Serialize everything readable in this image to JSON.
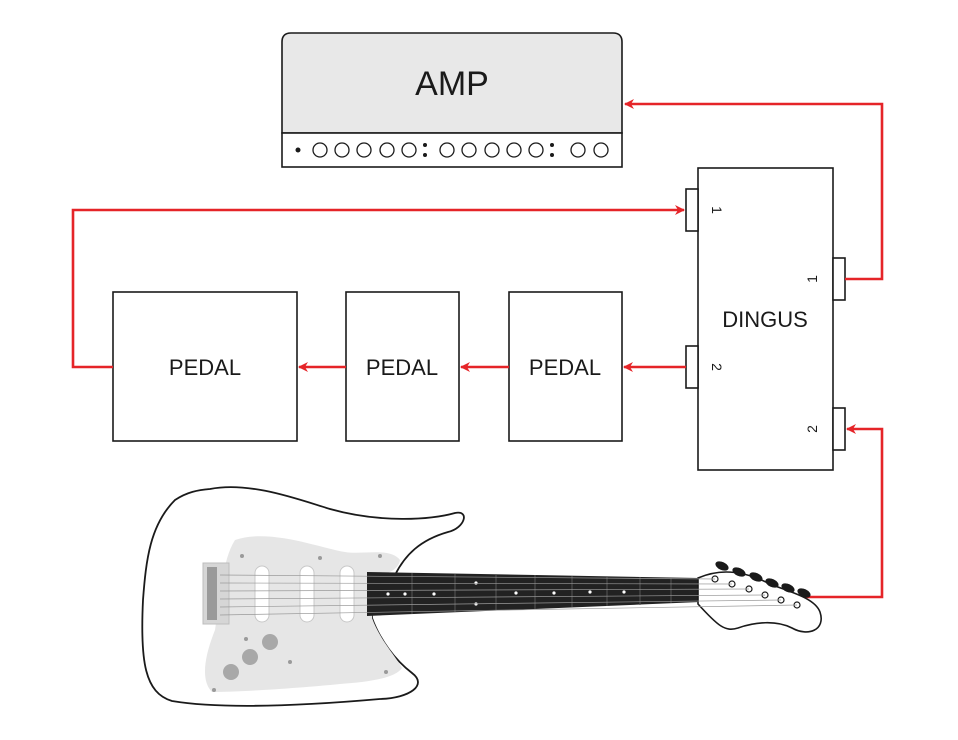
{
  "diagram": {
    "amp": {
      "label": "AMP"
    },
    "dingus": {
      "label": "DINGUS",
      "ports": [
        "1",
        "2",
        "1",
        "2"
      ]
    },
    "pedals": [
      {
        "label": "PEDAL"
      },
      {
        "label": "PEDAL"
      },
      {
        "label": "PEDAL"
      }
    ],
    "colors": {
      "cable": "#e52428",
      "outline": "#1a1a1a",
      "amp_panel": "#e8e8e8",
      "guitar_pickguard": "#e6e6e6",
      "fretboard": "#222222"
    },
    "icons": [
      "amp-icon",
      "guitar-icon",
      "knob-icon"
    ]
  }
}
